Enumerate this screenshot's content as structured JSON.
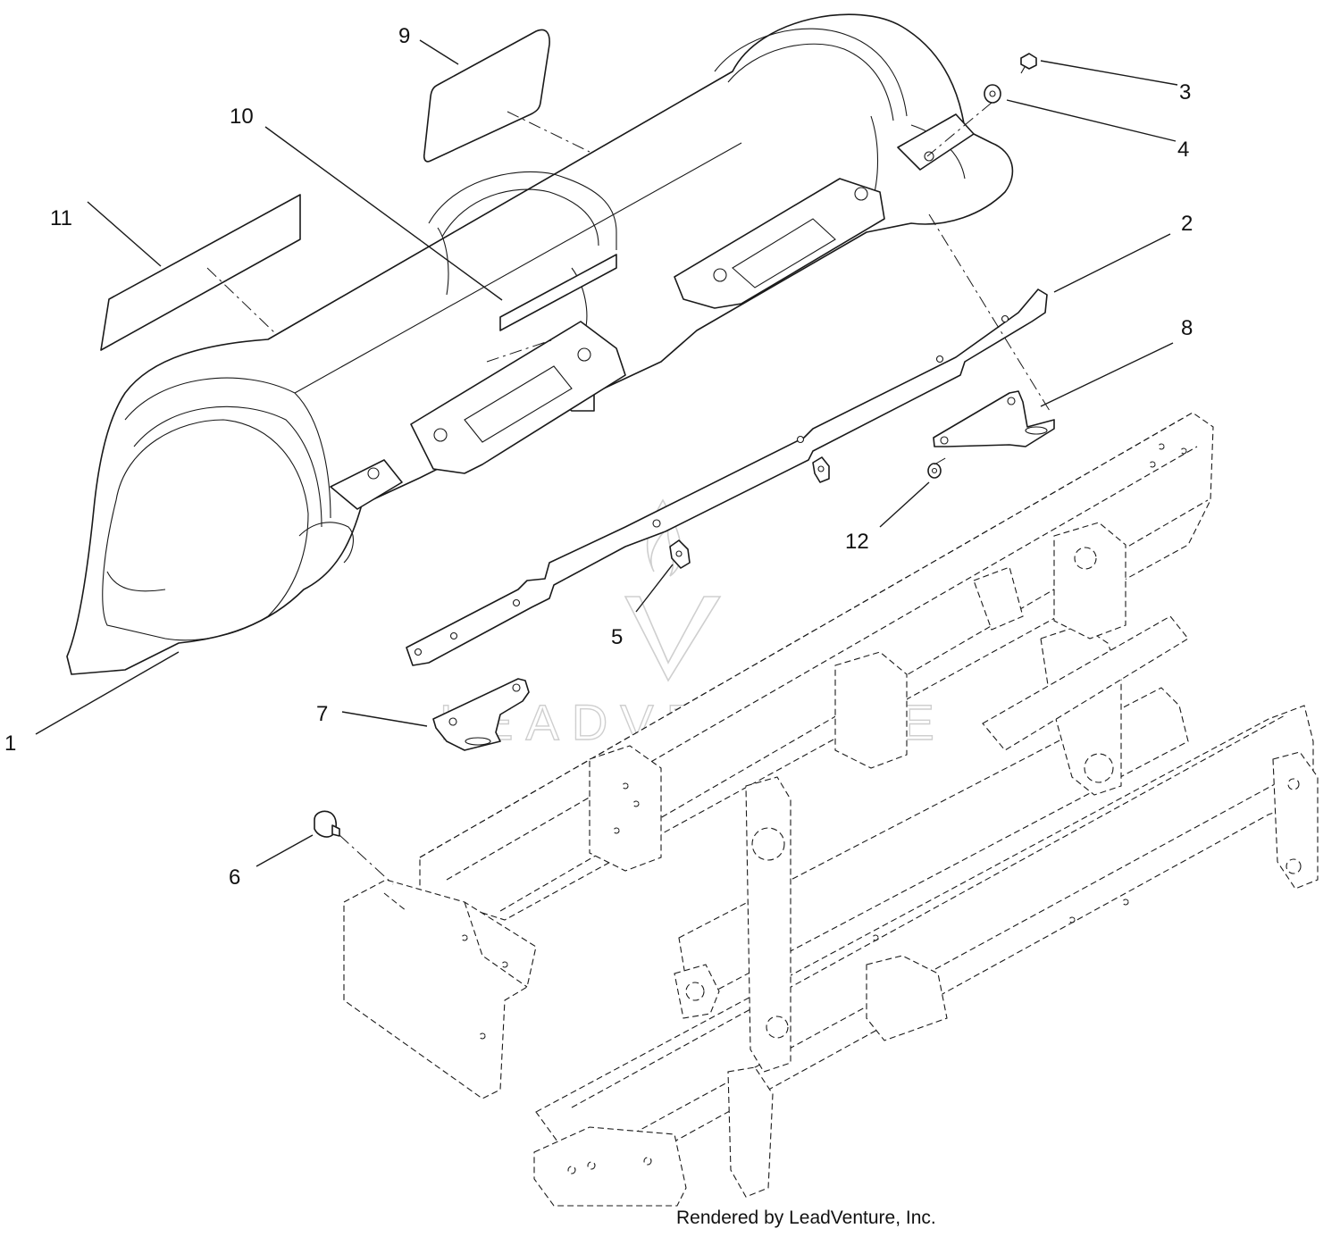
{
  "callouts": [
    {
      "id": "1",
      "label": "1"
    },
    {
      "id": "2",
      "label": "2"
    },
    {
      "id": "3",
      "label": "3"
    },
    {
      "id": "4",
      "label": "4"
    },
    {
      "id": "5",
      "label": "5"
    },
    {
      "id": "6",
      "label": "6"
    },
    {
      "id": "7",
      "label": "7"
    },
    {
      "id": "8",
      "label": "8"
    },
    {
      "id": "9",
      "label": "9"
    },
    {
      "id": "10",
      "label": "10"
    },
    {
      "id": "11",
      "label": "11"
    },
    {
      "id": "12",
      "label": "12"
    }
  ],
  "watermark": "LEADVENTURE",
  "credit": "Rendered by LeadVenture, Inc.",
  "colors": {
    "line": "#1a1a1a",
    "watermark": "#cfcfcf",
    "background": "#ffffff"
  }
}
